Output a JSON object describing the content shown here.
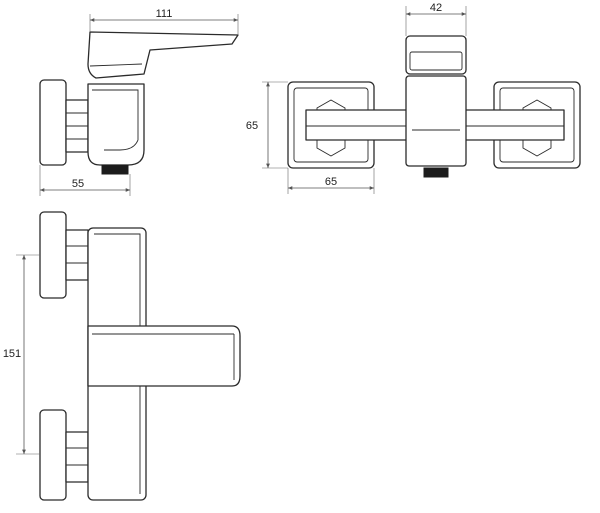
{
  "dimensions": {
    "side_width": "111",
    "side_depth": "55",
    "front_handle_width": "42",
    "front_plate_height": "65",
    "front_plate_width": "65",
    "top_spacing": "151"
  },
  "colors": {
    "line": "#2b2b2b",
    "dimension_line": "#555555",
    "background": "#ffffff"
  }
}
